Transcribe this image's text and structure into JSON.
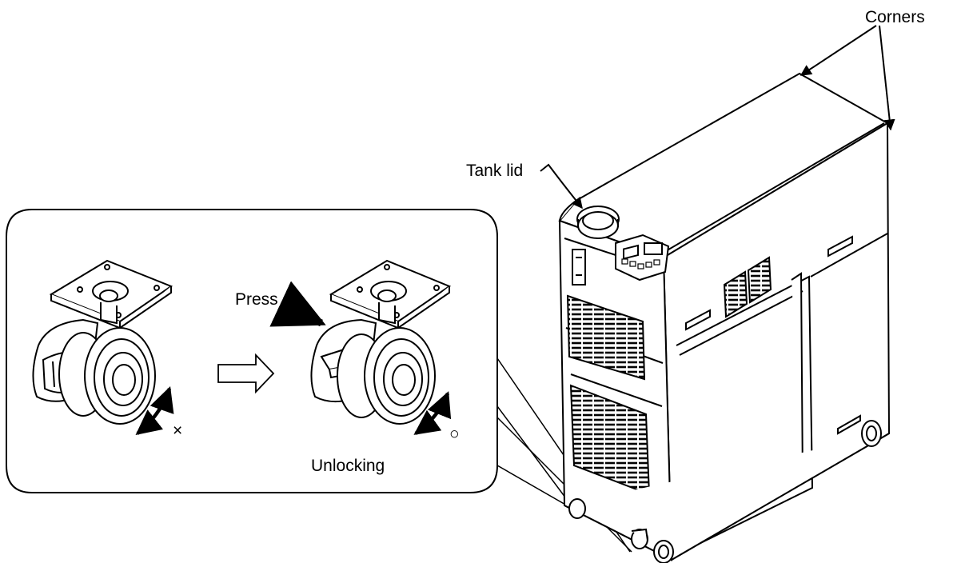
{
  "labels": {
    "corners": "Corners",
    "tank_lid": "Tank lid",
    "press": "Press",
    "unlocking": "Unlocking",
    "locked_mark": "×",
    "unlocked_mark": "○"
  },
  "colors": {
    "line": "#000000",
    "background": "#ffffff"
  }
}
